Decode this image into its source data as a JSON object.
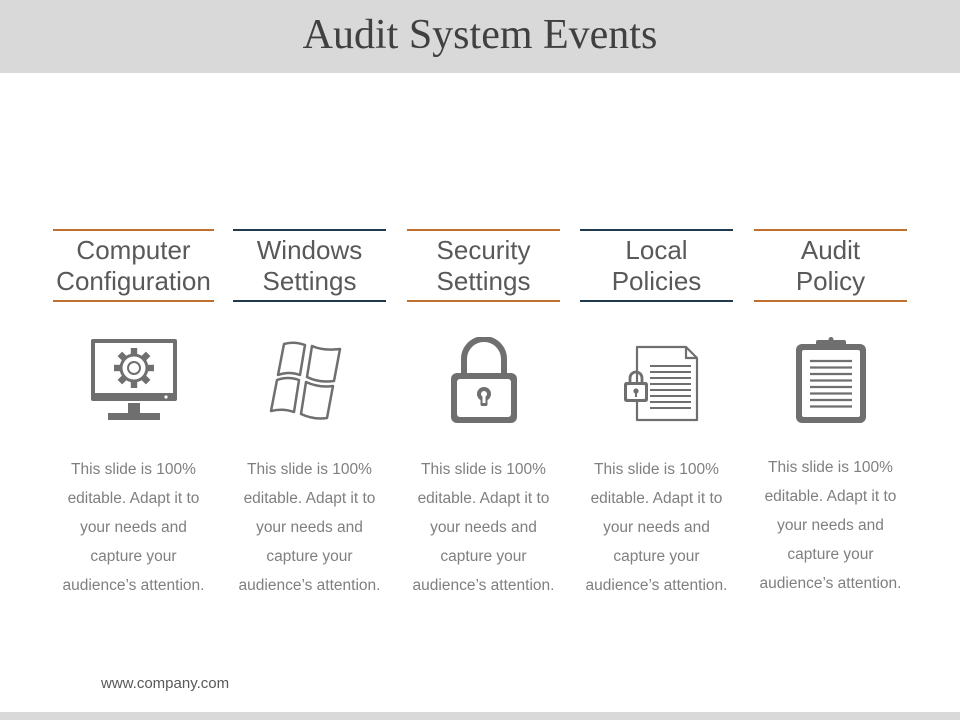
{
  "slide": {
    "title": "Audit System Events",
    "footer_url": "www.company.com"
  },
  "colors": {
    "accent_orange": "#c0702e",
    "accent_navy": "#1f3a4f",
    "icon_gray": "#6f6f6f"
  },
  "columns": [
    {
      "heading": "Computer\nConfiguration",
      "icon": "monitor-gear-icon",
      "body": "This slide is 100%\neditable. Adapt it to\nyour needs and\ncapture your\naudience’s attention."
    },
    {
      "heading": "Windows\nSettings",
      "icon": "windows-logo-icon",
      "body": "This slide is 100%\neditable. Adapt it to\nyour needs and\ncapture your\naudience’s attention."
    },
    {
      "heading": "Security\nSettings",
      "icon": "padlock-icon",
      "body": "This slide is 100%\neditable. Adapt it to\nyour needs and\ncapture your\naudience’s attention."
    },
    {
      "heading": "Local\nPolicies",
      "icon": "locked-document-icon",
      "body": "This slide is 100%\neditable. Adapt it to\nyour needs and\ncapture your\naudience’s attention."
    },
    {
      "heading": "Audit\nPolicy",
      "icon": "clipboard-icon",
      "body": "This slide is 100%\neditable. Adapt it to\nyour needs and\ncapture your\naudience’s attention."
    }
  ]
}
